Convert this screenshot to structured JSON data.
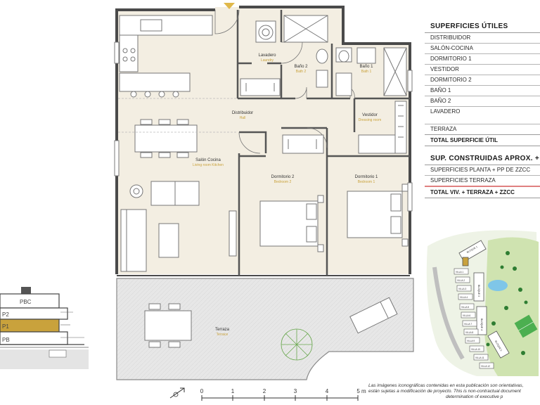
{
  "rooms": {
    "lavadero": {
      "es": "Lavadero",
      "en": "Laundry"
    },
    "bano2": {
      "es": "Baño 2",
      "en": "Bath 2"
    },
    "bano1": {
      "es": "Baño 1",
      "en": "Bath 1"
    },
    "distribuidor": {
      "es": "Distribuidor",
      "en": "Hall"
    },
    "vestidor": {
      "es": "Vestidor",
      "en": "Dressing room"
    },
    "salon": {
      "es": "Salón Cocina",
      "en": "Living room Kitchen"
    },
    "dormitorio2": {
      "es": "Dormitorio 2",
      "en": "Bedroom 2"
    },
    "dormitorio1": {
      "es": "Dormitorio 1",
      "en": "Bedroom 1"
    },
    "terraza": {
      "es": "Terraza",
      "en": "Terrace"
    }
  },
  "scale": {
    "labels": [
      "0",
      "1",
      "2",
      "3",
      "4",
      "5 m"
    ]
  },
  "section": {
    "levels": [
      "PBC",
      "P2",
      "P1",
      "PB"
    ]
  },
  "superficies": {
    "title": "SUPERFICIES ÚTILES",
    "rows": [
      "DISTRIBUIDOR",
      "SALÓN-COCINA",
      "DORMITORIO 1",
      "VESTIDOR",
      "DORMITORIO 2",
      "BAÑO 1",
      "BAÑO 2",
      "LAVADERO"
    ],
    "terraza": "TERRAZA",
    "total": "TOTAL SUPERFICIE ÚTIL"
  },
  "construidas": {
    "title": "SUP. CONSTRUIDAS APROX. + PP ZZCC",
    "rows": [
      "SUPERFICIES PLANTA + PP DE ZZCC",
      "SUPERFICIES TERRAZA"
    ],
    "total": "TOTAL VIV. + TERRAZA + ZZCC"
  },
  "siteplan": {
    "bloques": [
      "BLOQUE 1",
      "BLOQUE 3",
      "BLOQUE 4",
      "BLOQUE 5"
    ],
    "villas": [
      "VILLA 1",
      "VILLA 2",
      "VILLA 3",
      "VILLA 4",
      "VILLA 5",
      "VILLA 6",
      "VILLA 7",
      "VILLA 8",
      "VILLA 9",
      "VILLA 10",
      "VILLA 11",
      "VILLA 12"
    ]
  },
  "disclaimer": {
    "line1": "Las imágenes iconográficas contenidas en esta publicación son orientativas, ",
    "line2": "están sujetas a modificación de proyecto. This is non-contractual document",
    "line3": "determination of executive p"
  },
  "colors": {
    "floor": "#f3eee2",
    "wall": "#4a4a4a",
    "terrace": "#e6e6e6",
    "highlight": "#c9a23c",
    "grass": "#cfe3b0"
  }
}
